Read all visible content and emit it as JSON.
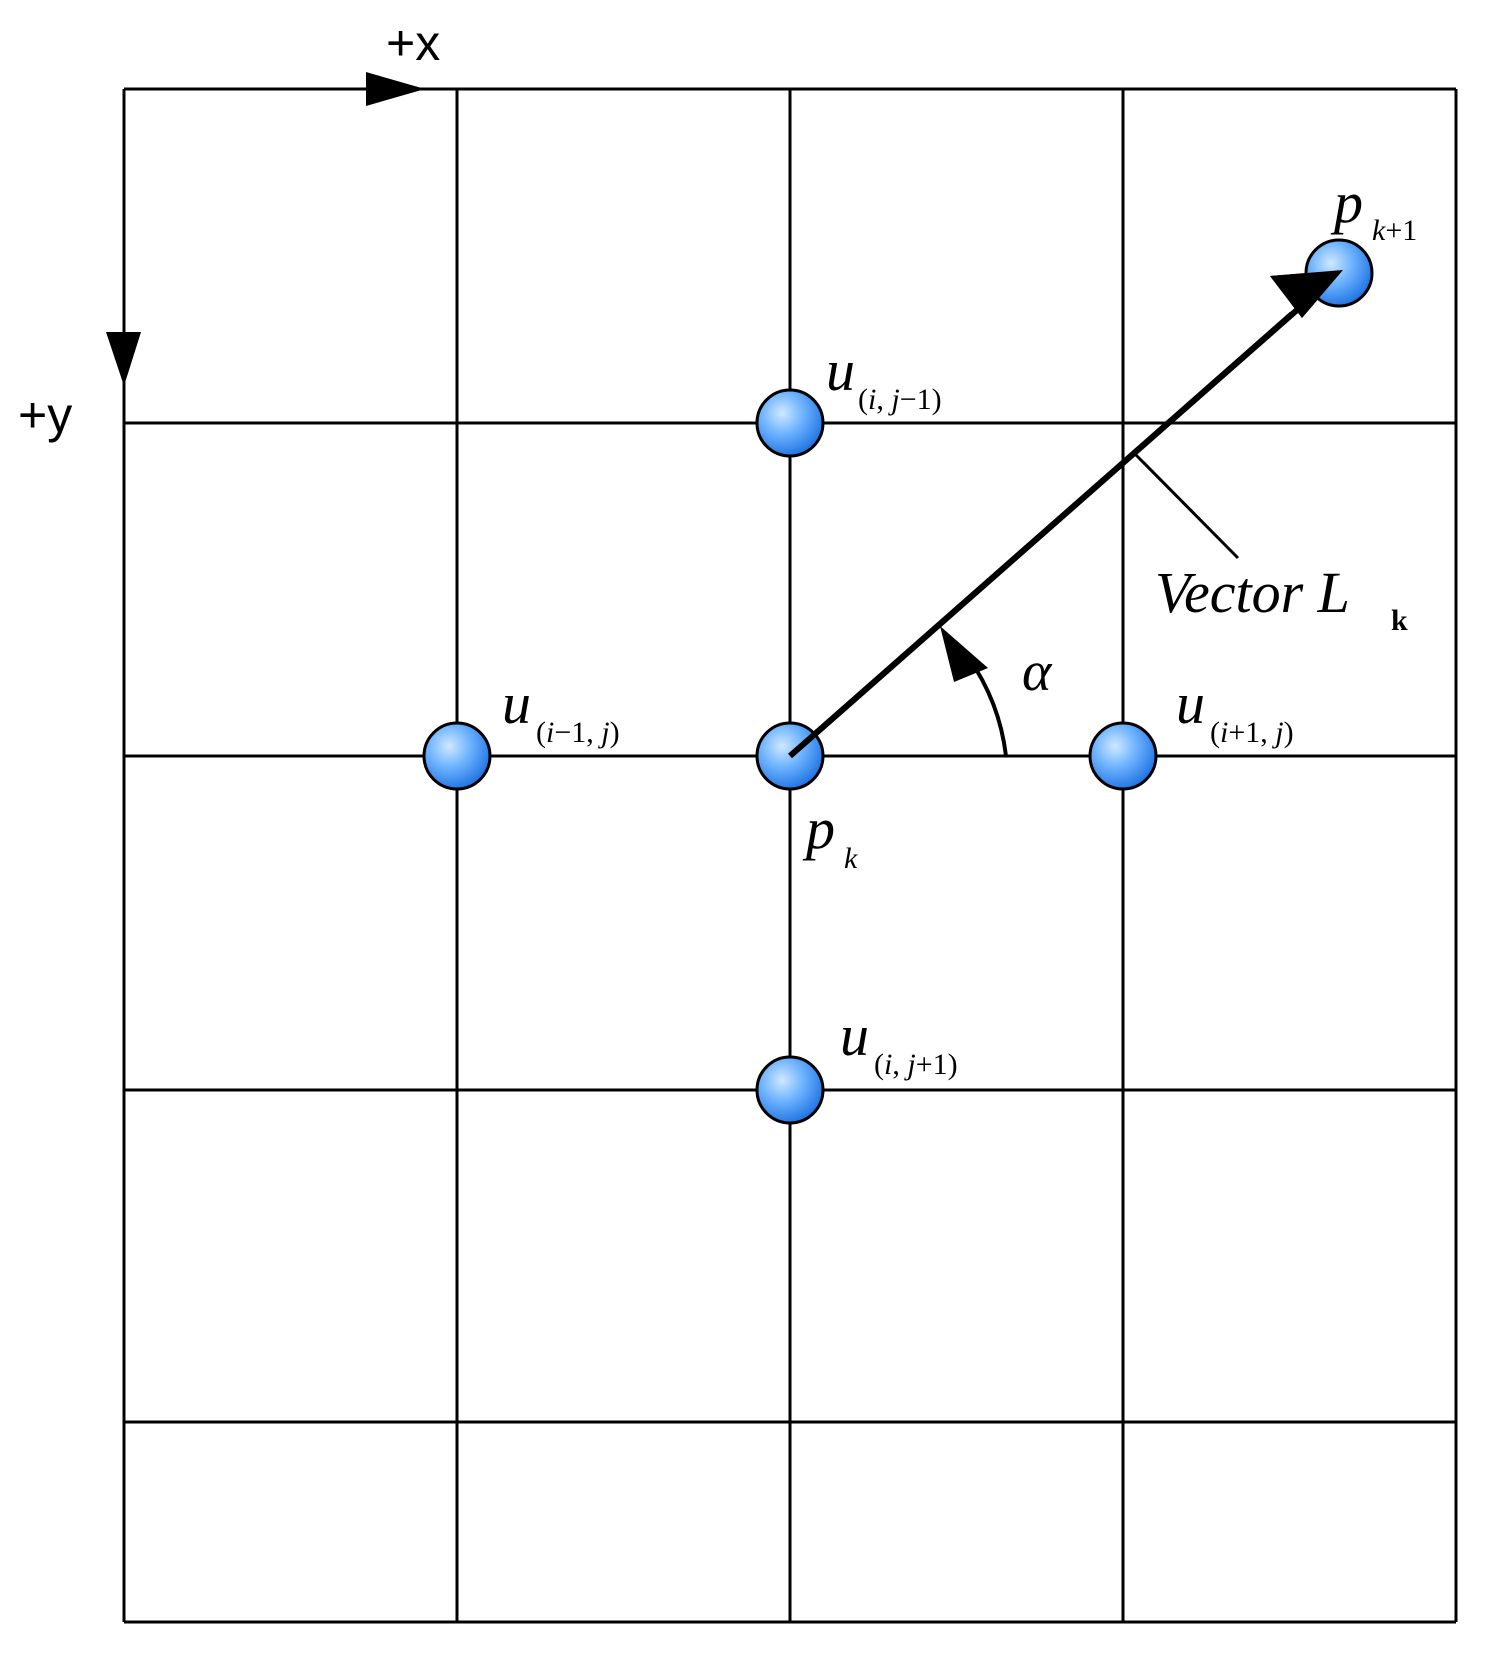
{
  "axes": {
    "x_label": "+x",
    "y_label": "+y"
  },
  "nodes": {
    "top": {
      "main": "u",
      "sub_open": "(",
      "sub_i": "i",
      "sub_comma": ", ",
      "sub_j": "j",
      "sub_rest": "−1)"
    },
    "left": {
      "main": "u",
      "sub_open": "(",
      "sub_i": "i",
      "sub_rest1": "−1, ",
      "sub_j": "j",
      "sub_close": ")"
    },
    "right": {
      "main": "u",
      "sub_open": "(",
      "sub_i": "i",
      "sub_rest1": "+1, ",
      "sub_j": "j",
      "sub_close": ")"
    },
    "bottom": {
      "main": "u",
      "sub_open": "(",
      "sub_i": "i",
      "sub_comma": ", ",
      "sub_j": "j",
      "sub_rest": "+1)"
    },
    "center": {
      "main": "p",
      "sub": "k"
    },
    "next": {
      "main": "p",
      "sub_k": "k",
      "sub_rest": "+1"
    }
  },
  "vector": {
    "label_main": "Vector L",
    "label_sub": "k",
    "angle_symbol": "α"
  },
  "colors": {
    "node_fill_light": "#9fd0ff",
    "node_fill_dark": "#1f7ef0",
    "line": "#000000"
  }
}
